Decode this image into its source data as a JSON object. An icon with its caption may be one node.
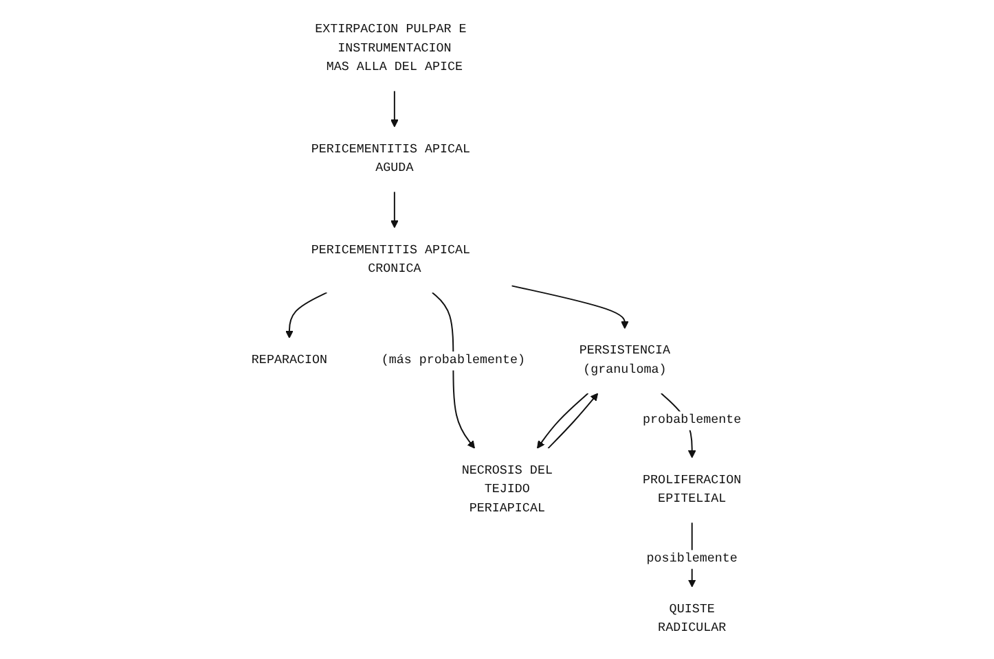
{
  "diagram": {
    "nodes": [
      {
        "text": [
          "EXTIRPACION PULPAR E INSTRUMENTACION MAS ALLA DEL APICE"
        ]
      },
      {
        "text": [
          "PERICEMENTITIS APICAL AGUDA"
        ]
      },
      {
        "text": [
          "PERICEMENTITIS APICAL CRONICA"
        ]
      },
      {
        "text": [
          "REPARACION"
        ]
      },
      {
        "text": [
          "PERSISTENCIA (granuloma)"
        ]
      },
      {
        "text": [
          "NECROSIS DEL TEJIDO PERIAPICAL"
        ]
      },
      {
        "text": [
          "PROLIFERACION EPITELIAL"
        ]
      },
      {
        "text": [
          "QUISTE RADICULAR"
        ]
      }
    ],
    "edges": [
      {
        "from": 0,
        "to": 1,
        "arrow": "to"
      },
      {
        "from": 1,
        "to": 2,
        "arrow": "to"
      },
      {
        "from": 2,
        "to": 3,
        "arrow": "to"
      },
      {
        "from": 2,
        "to": 4,
        "arrow": "to"
      },
      {
        "from": 2,
        "to": 5,
        "arrow": "to",
        "label": "(más probablemente)"
      },
      {
        "from": 4,
        "to": 5,
        "arrow": "to"
      },
      {
        "from": 5,
        "to": 4,
        "arrow": "to"
      },
      {
        "from": 4,
        "to": 6,
        "arrow": "to",
        "label": "probablemente"
      },
      {
        "from": 6,
        "to": 7,
        "arrow": "to",
        "label": "posiblemente"
      }
    ]
  }
}
